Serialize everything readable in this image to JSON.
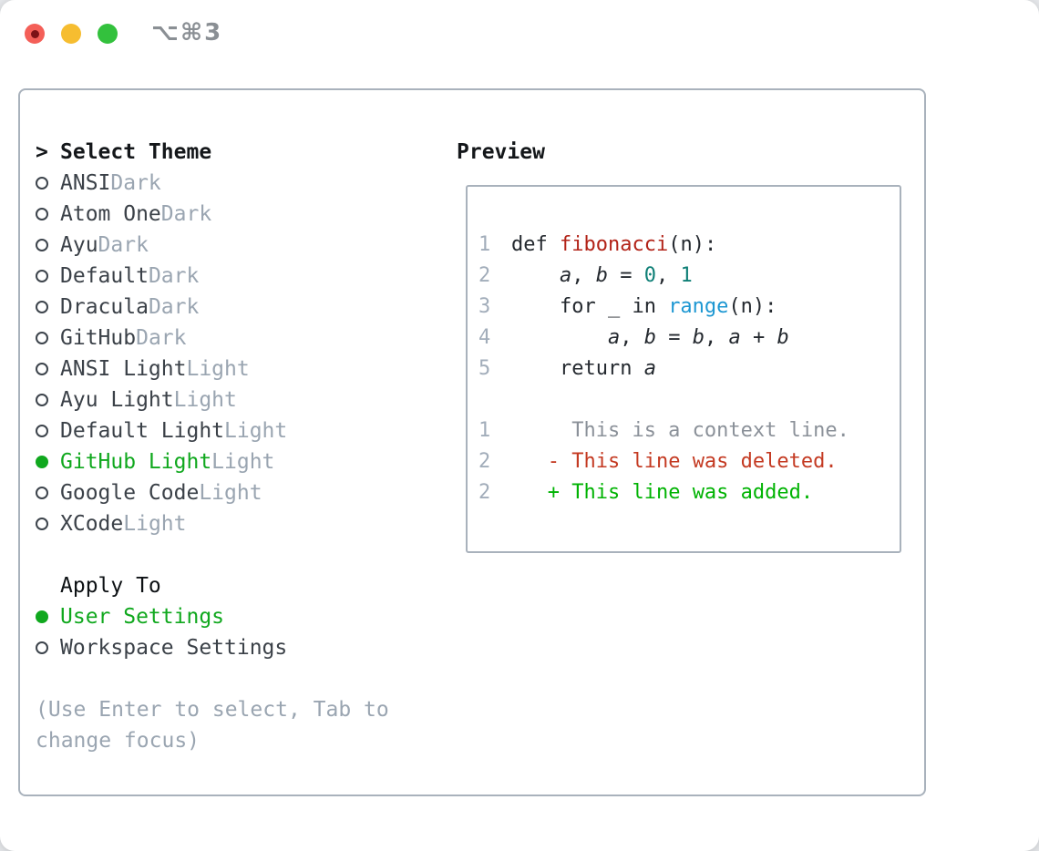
{
  "window": {
    "title": "⌥⌘3",
    "traffic_lights": [
      "close",
      "minimize",
      "zoom"
    ]
  },
  "theme_panel": {
    "header_prefix": ">",
    "header": "Select Theme",
    "themes": [
      {
        "name": "ANSI",
        "variant": "Dark",
        "selected": false
      },
      {
        "name": "Atom One",
        "variant": "Dark",
        "selected": false
      },
      {
        "name": "Ayu",
        "variant": "Dark",
        "selected": false
      },
      {
        "name": "Default",
        "variant": "Dark",
        "selected": false
      },
      {
        "name": "Dracula",
        "variant": "Dark",
        "selected": false
      },
      {
        "name": "GitHub",
        "variant": "Dark",
        "selected": false
      },
      {
        "name": "ANSI Light",
        "variant": "Light",
        "selected": false
      },
      {
        "name": "Ayu Light",
        "variant": "Light",
        "selected": false
      },
      {
        "name": "Default Light",
        "variant": "Light",
        "selected": false
      },
      {
        "name": "GitHub Light",
        "variant": "Light",
        "selected": true
      },
      {
        "name": "Google Code",
        "variant": "Light",
        "selected": false
      },
      {
        "name": "XCode",
        "variant": "Light",
        "selected": false
      }
    ],
    "apply_to_label": "Apply To",
    "apply_options": [
      {
        "name": "User Settings",
        "selected": true
      },
      {
        "name": "Workspace Settings",
        "selected": false
      }
    ],
    "help_lines": [
      "(Use Enter to select, Tab to",
      "change focus)"
    ]
  },
  "preview": {
    "label": "Preview",
    "lines": [
      {
        "num": "1",
        "segs": [
          [
            "def ",
            "code"
          ],
          [
            "fibonacci",
            "func"
          ],
          [
            "(n):",
            "code"
          ]
        ]
      },
      {
        "num": "2",
        "segs": [
          [
            "    ",
            "code"
          ],
          [
            "a",
            "var"
          ],
          [
            ", ",
            "code"
          ],
          [
            "b",
            "var"
          ],
          [
            " = ",
            "code"
          ],
          [
            "0",
            "lit"
          ],
          [
            ", ",
            "code"
          ],
          [
            "1",
            "lit"
          ]
        ]
      },
      {
        "num": "3",
        "segs": [
          [
            "    for _ in ",
            "code"
          ],
          [
            "range",
            "blt"
          ],
          [
            "(n):",
            "code"
          ]
        ]
      },
      {
        "num": "4",
        "segs": [
          [
            "        ",
            "code"
          ],
          [
            "a",
            "var"
          ],
          [
            ", ",
            "code"
          ],
          [
            "b",
            "var"
          ],
          [
            " = ",
            "code"
          ],
          [
            "b",
            "var"
          ],
          [
            ", ",
            "code"
          ],
          [
            "a",
            "var"
          ],
          [
            " + ",
            "code"
          ],
          [
            "b",
            "var"
          ]
        ]
      },
      {
        "num": "5",
        "segs": [
          [
            "    return ",
            "code"
          ],
          [
            "a",
            "var"
          ]
        ]
      },
      {
        "num": "",
        "segs": []
      },
      {
        "num": "1",
        "segs": [
          [
            "     This is a context line.",
            "ctx"
          ]
        ]
      },
      {
        "num": "2",
        "segs": [
          [
            "   ",
            "code"
          ],
          [
            "- This line was deleted.",
            "del"
          ]
        ]
      },
      {
        "num": "2",
        "segs": [
          [
            "   ",
            "code"
          ],
          [
            "+ This line was added.",
            "add"
          ]
        ]
      }
    ]
  },
  "colors": {
    "selection_green": "#10a81e",
    "diff_added_green": "#00b303",
    "diff_deleted_red": "#c43a22",
    "context_gray": "#8b9199",
    "function_red": "#b22318",
    "literal_teal": "#0e7f76",
    "builtin_blue": "#1d97d2",
    "muted_gray": "#9aa5b1",
    "panel_border": "#a9b2bc",
    "traffic_red": "#f45f58",
    "traffic_yellow": "#f6bd30",
    "traffic_green": "#33c13d"
  }
}
